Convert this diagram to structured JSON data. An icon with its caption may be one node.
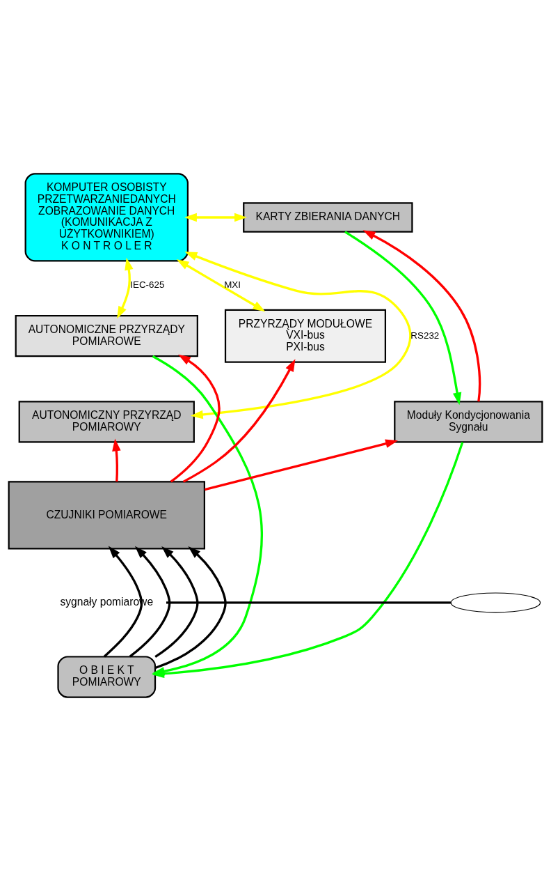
{
  "diagram": {
    "nodes": [
      {
        "text": [
          "KOMPUTER OSOBISTY",
          "PRZETWARZANIEDANYCH ZOBRAZOWANIE DANYCH",
          "(KOMUNIKACJA Z UŻYTKOWNIKIEM)",
          "K O N T R O L E R"
        ]
      },
      {
        "text": [
          "KARTY ZBIERANIA DANYCH"
        ]
      },
      {
        "text": [
          "AUTONOMICZNE PRZYRZĄDY POMIAROWE"
        ]
      },
      {
        "text": [
          "PRZYRZĄDY MODUŁOWE",
          "VXI-bus",
          "PXI-bus"
        ]
      },
      {
        "text": [
          "AUTONOMICZNY PRZYRZĄD POMIAROWY"
        ]
      },
      {
        "text": [
          "Moduły Kondycjonowania Sygnału"
        ]
      },
      {
        "text": [
          "CZUJNIKI POMIAROWE"
        ]
      },
      {
        "text": [
          "O B I E K T",
          "POMIAROWY"
        ]
      },
      {
        "text": [
          "sygnały pomiarowe"
        ]
      },
      {
        "text": [],
        "shape": "ellipse"
      }
    ],
    "edges": [
      {
        "from": 0,
        "to": 1,
        "arrow": "both",
        "color": "#ffff00"
      },
      {
        "from": 0,
        "to": 2,
        "arrow": "both",
        "label": "IEC-625",
        "color": "#ffff00"
      },
      {
        "from": 0,
        "to": 4,
        "arrow": "both",
        "label": "RS232",
        "color": "#ffff00"
      },
      {
        "from": 0,
        "to": 3,
        "arrow": "both",
        "label": "MXI",
        "color": "#ffff00"
      },
      {
        "from": 1,
        "to": 5,
        "arrow": "to",
        "color": "#00ff00"
      },
      {
        "from": 5,
        "to": 1,
        "arrow": "to"
      },
      {
        "from": 6,
        "to": 2,
        "arrow": "to"
      },
      {
        "from": 6,
        "to": 4,
        "arrow": "to"
      },
      {
        "from": 6,
        "to": 3,
        "arrow": "to"
      },
      {
        "from": 6,
        "to": 5,
        "arrow": "to"
      },
      {
        "from": 2,
        "to": 7,
        "arrow": "to",
        "color": "#00ff00"
      },
      {
        "from": 5,
        "to": 7,
        "arrow": "to",
        "color": "#00ff00"
      },
      {
        "from": 7,
        "to": 6,
        "arrow": "to",
        "color": "#000000"
      },
      {
        "from": 7,
        "to": 6,
        "arrow": "to",
        "color": "#000000"
      },
      {
        "from": 7,
        "to": 6,
        "arrow": "to",
        "color": "#000000"
      },
      {
        "from": 7,
        "to": 6,
        "arrow": "to",
        "color": "#000000"
      },
      {
        "from": 8,
        "to": 9,
        "arrow": "none",
        "color": "#000000"
      }
    ]
  }
}
